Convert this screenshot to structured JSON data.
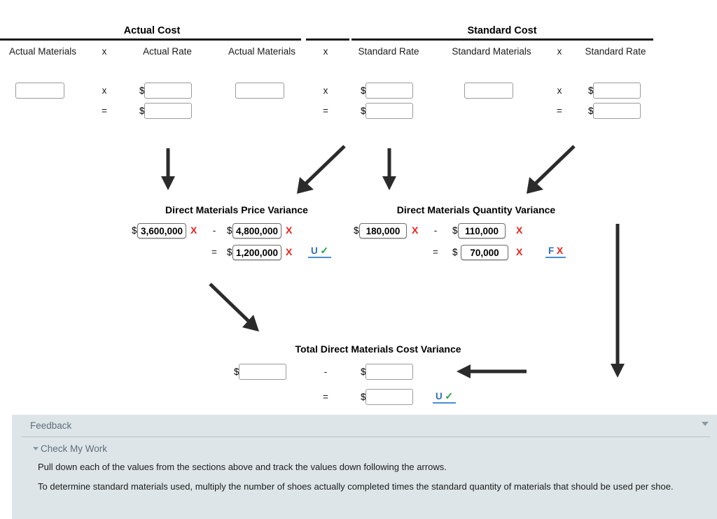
{
  "groups": [
    {
      "title": "Actual Cost"
    },
    {
      "title": "Standard Cost"
    }
  ],
  "column_headers": [
    "Actual Materials",
    "x",
    "Actual Rate",
    "Actual Materials",
    "x",
    "Standard Rate",
    "Standard Materials",
    "x",
    "Standard Rate"
  ],
  "top_row": {
    "operators": {
      "times": "x",
      "equals": "="
    },
    "currency_symbol": "$",
    "fields": {
      "actual_materials_1": "",
      "actual_rate": "",
      "actual_cost_total": "",
      "actual_materials_2": "",
      "standard_rate_1": "",
      "flexible_cost_total": "",
      "standard_materials": "",
      "standard_rate_2": "",
      "standard_cost_total": ""
    },
    "placeholders": {
      "actual_materials_1": "",
      "actual_rate": "",
      "actual_cost_total": "",
      "actual_materials_2": "",
      "standard_rate_1": "",
      "flexible_cost_total": "",
      "standard_materials": "",
      "standard_rate_2": "",
      "standard_cost_total": ""
    }
  },
  "price_variance": {
    "title": "Direct Materials Price Variance",
    "currency_symbol": "$",
    "minus": "-",
    "equals": "=",
    "minuend": "3,600,000",
    "subtrahend": "4,800,000",
    "result": "1,200,000",
    "minuend_mark": "X",
    "subtrahend_mark": "X",
    "result_mark": "X",
    "favorability": {
      "letter": "U",
      "mark": "✓",
      "mark_type": "check"
    }
  },
  "quantity_variance": {
    "title": "Direct Materials Quantity Variance",
    "currency_symbol": "$",
    "minus": "-",
    "equals": "=",
    "minuend": "180,000",
    "subtrahend": "110,000",
    "result": "70,000",
    "minuend_mark": "X",
    "subtrahend_mark": "X",
    "result_mark": "X",
    "favorability": {
      "letter": "F",
      "mark": "X",
      "mark_type": "x"
    }
  },
  "total_variance": {
    "title": "Total Direct Materials Cost Variance",
    "currency_symbol": "$",
    "minus": "-",
    "equals": "=",
    "minuend": "",
    "subtrahend": "",
    "result": "",
    "favorability": {
      "letter": "U",
      "mark": "✓",
      "mark_type": "check"
    }
  },
  "feedback": {
    "title": "Feedback",
    "check_my_work": "Check My Work",
    "paragraphs": [
      "Pull down each of the values from the sections above and track the values down following the arrows.",
      "To determine standard materials used, multiply the number of shoes actually completed times the standard quantity of materials that should be used per shoe."
    ]
  },
  "colors": {
    "error_red": "#e8241c",
    "link_blue": "#2f6fb5",
    "check_green": "#19a33c",
    "feedback_bg": "#dde5e8",
    "arrow": "#2b2b2b"
  }
}
